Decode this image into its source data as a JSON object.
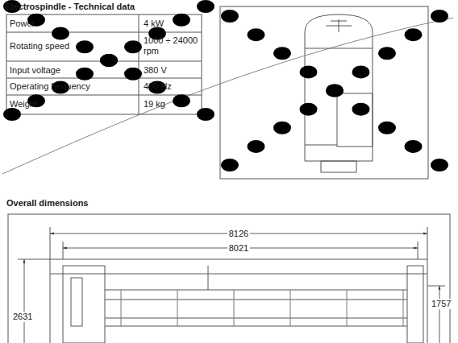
{
  "diagram": {
    "title": "Electrospindle - Technical data",
    "labels": [
      "Power",
      "4 kW",
      "Rotating speed",
      "1000 ÷ 24000 rpm",
      "Input voltage",
      "380 V",
      "Operating frequency",
      "400 Hz",
      "Weight",
      "19 kg",
      "Overall dimensions",
      "8126",
      "8021",
      "2631",
      "1757"
    ]
  }
}
